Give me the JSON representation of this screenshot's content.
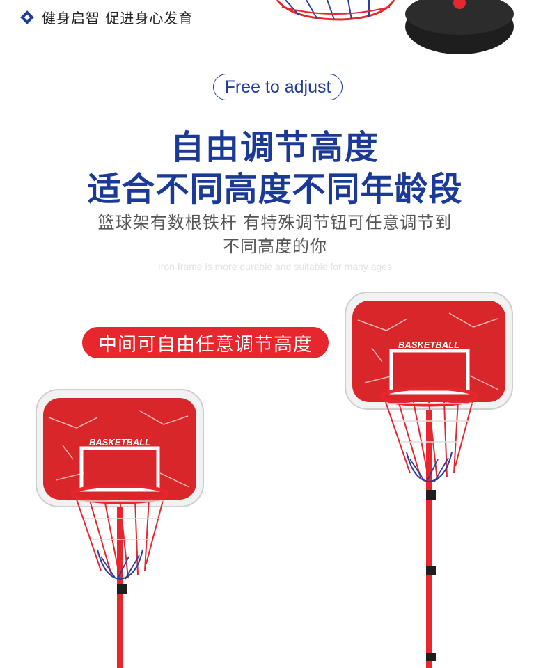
{
  "top_bullet": {
    "text": "健身启智 促进身心发育"
  },
  "tagline": {
    "text": "Free to adjust"
  },
  "headline": {
    "line1": "自由调节高度",
    "line2": "适合不同高度不同年龄段"
  },
  "description": {
    "line1": "篮球架有数根铁杆 有特殊调节钮可任意调节到",
    "line2": "不同高度的你"
  },
  "english_note": {
    "text": "Iron frame is more durable and suitable for many ages"
  },
  "badge": {
    "text": "中间可自由任意调节高度"
  },
  "product_images": {
    "backboard_label": "BASKETBALL",
    "colors": {
      "accent_blue": "#1f3d99",
      "accent_red": "#e8262e",
      "board_red": "#d8262a"
    }
  }
}
